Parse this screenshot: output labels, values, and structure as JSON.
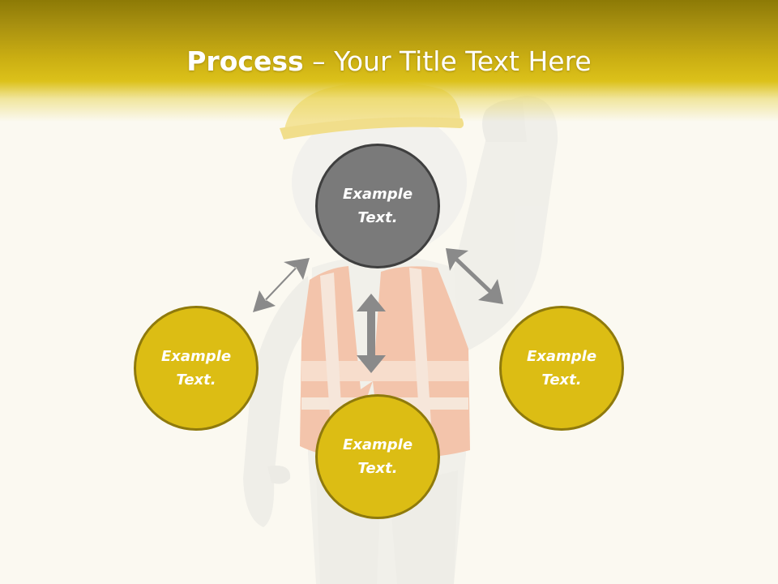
{
  "slide": {
    "title_bold": "Process",
    "title_rest": " – Your Title Text Here"
  },
  "nodes": {
    "top": {
      "line1": "Example",
      "line2": "Text."
    },
    "left": {
      "line1": "Example",
      "line2": "Text."
    },
    "center": {
      "line1": "Example",
      "line2": "Text."
    },
    "right": {
      "line1": "Example",
      "line2": "Text."
    }
  },
  "colors": {
    "accent_gold": "#dcbd14",
    "node_gray": "#7a7a7a",
    "arrow_gray": "#8a8a8a",
    "header_dark": "#8d7a06"
  },
  "icons": [
    "worker-figure-image",
    "double-arrow-icon"
  ]
}
